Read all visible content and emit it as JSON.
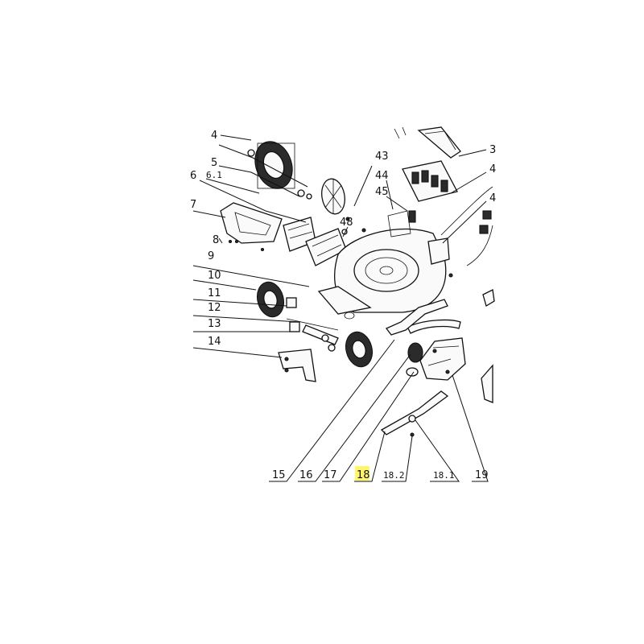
{
  "diagram": {
    "labels": {
      "p4": "4",
      "p5": "5",
      "p6": "6",
      "p6_1": "6.1",
      "p7": "7",
      "p8": "8",
      "p9": "9",
      "p10": "10",
      "p11": "11",
      "p12": "12",
      "p13": "13",
      "p14": "14",
      "p15": "15",
      "p16": "16",
      "p17": "17",
      "p18": "18",
      "p18_2": "18.2",
      "p18_1": "18.1",
      "p19": "19",
      "p43": "43",
      "p44": "44",
      "p45": "45",
      "p48": "48",
      "cut_3": "3",
      "cut_4a": "4",
      "cut_4b": "4"
    },
    "highlight_color": "#fff66a"
  }
}
